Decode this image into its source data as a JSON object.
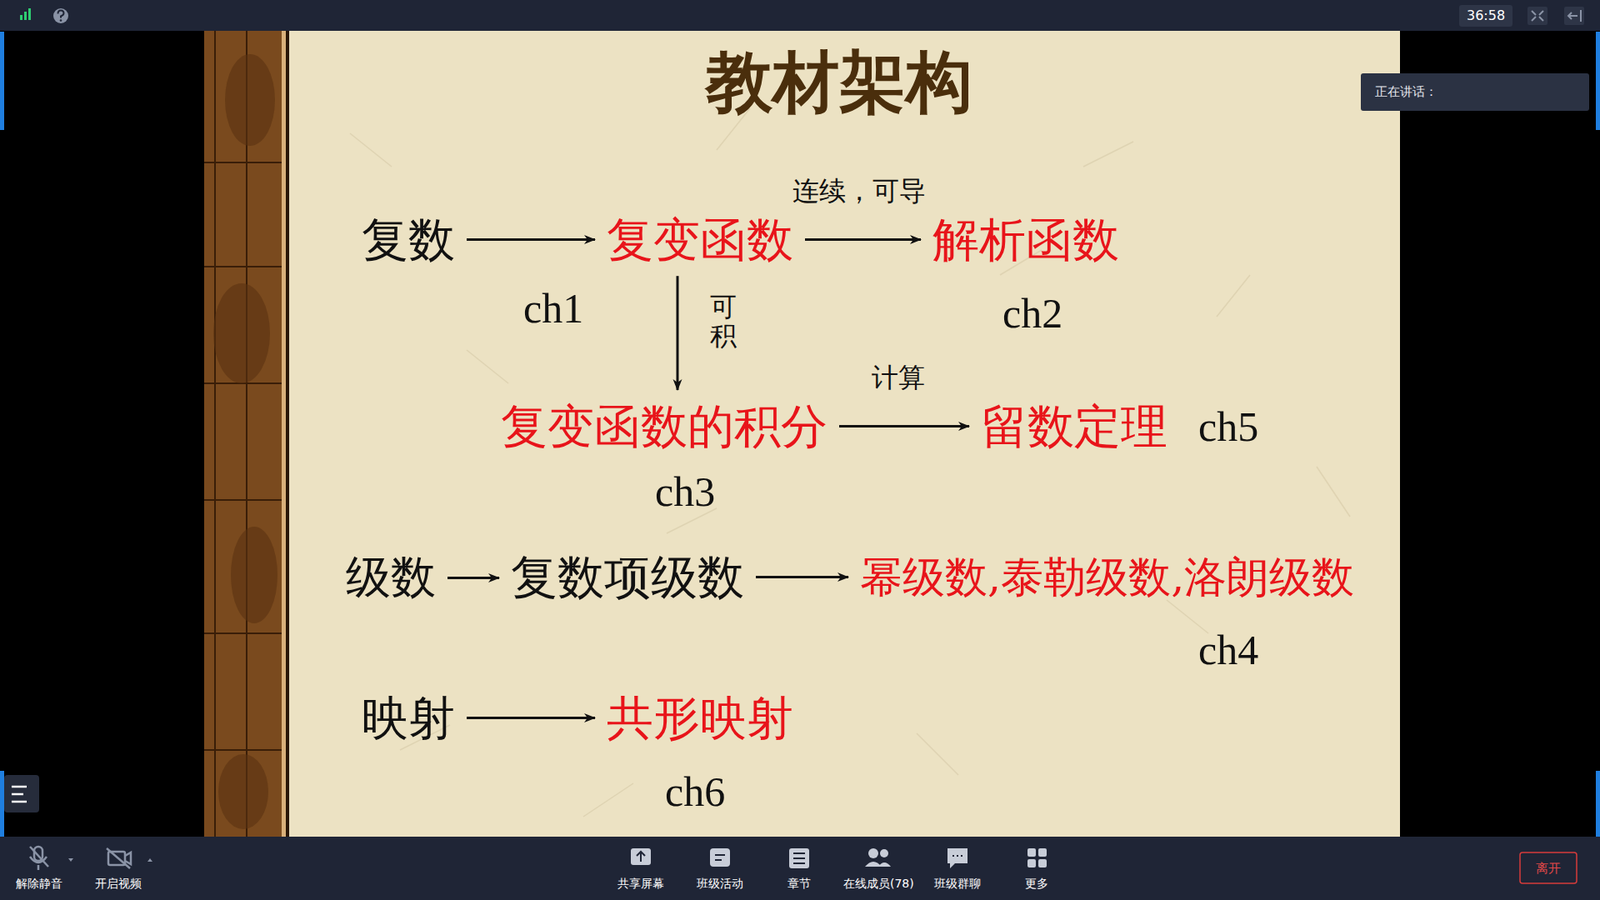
{
  "diagram": {
    "title": "教材架构",
    "nodes": [
      {
        "text": [
          "复数"
        ]
      },
      {
        "text": [
          "复变函数"
        ]
      },
      {
        "text": [
          "解析函数"
        ]
      },
      {
        "text": [
          "复变函数的积分"
        ]
      },
      {
        "text": [
          "留数定理"
        ]
      },
      {
        "text": [
          "级数"
        ]
      },
      {
        "text": [
          "复数项级数"
        ]
      },
      {
        "text": [
          "幂级数,泰勒级数,洛朗级数"
        ]
      },
      {
        "text": [
          "映射"
        ]
      },
      {
        "text": [
          "共形映射"
        ]
      }
    ],
    "edges": [
      {
        "from": 0,
        "to": 1,
        "arrow": "to"
      },
      {
        "from": 1,
        "to": 2,
        "label": "连续，可导",
        "arrow": "to"
      },
      {
        "from": 1,
        "to": 3,
        "label": "可积",
        "arrow": "to"
      },
      {
        "from": 3,
        "to": 4,
        "label": "计算",
        "arrow": "to"
      },
      {
        "from": 5,
        "to": 6,
        "arrow": "to"
      },
      {
        "from": 6,
        "to": 7,
        "arrow": "to"
      },
      {
        "from": 8,
        "to": 9,
        "arrow": "to"
      }
    ],
    "labels": [
      "ch1",
      "ch2",
      "ch5",
      "ch3",
      "ch4",
      "ch6",
      "36:58",
      "正在讲话：",
      "解除静音",
      "开启视频",
      "共享屏幕",
      "班级活动",
      "章节",
      "在线成员(78)",
      "班级群聊",
      "更多",
      "离开"
    ]
  }
}
